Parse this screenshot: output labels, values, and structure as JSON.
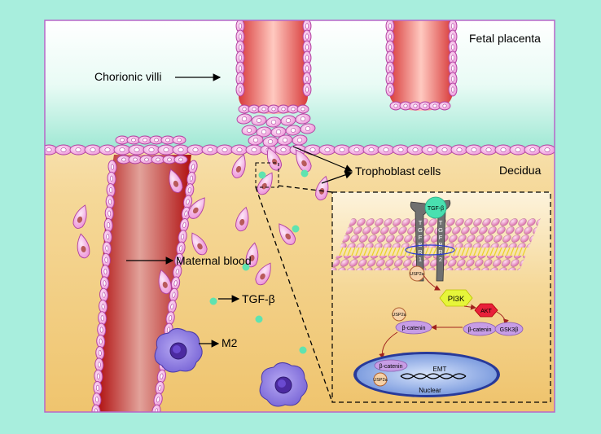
{
  "labels": {
    "fetal_placenta": "Fetal placenta",
    "chorionic_villi": "Chorionic villi",
    "trophoblast_cells": "Trophoblast cells",
    "decidua": "Decidua",
    "maternal_blood": "Maternal blood",
    "tgf_beta": "TGF-β",
    "m2": "M2"
  },
  "inset": {
    "tgf_beta": "TGF-β",
    "tgfbr1": "TGFBR1",
    "tgfbr2": "TGFBR2",
    "usp2a": "USP2a",
    "pi3k": "PI3K",
    "akt": "AKT",
    "beta_catenin": "β-catenin",
    "gsk3b": "GSK3β",
    "emt": "EMT",
    "nuclear": "Nuclear"
  },
  "colors": {
    "background": "#a8eedd",
    "fetal": "#d6f8ee",
    "decidua": "#f2cf85",
    "vessel": "#d63030",
    "cell_pink": "#f4a9e4",
    "cell_nucleus": "#b85a5a",
    "tgf_dot": "#5fe3b0",
    "macrophage": "#8f7ce0",
    "pi3k": "#e6f53a",
    "akt": "#e8203a",
    "nucleus_blue": "#5a83d8"
  }
}
